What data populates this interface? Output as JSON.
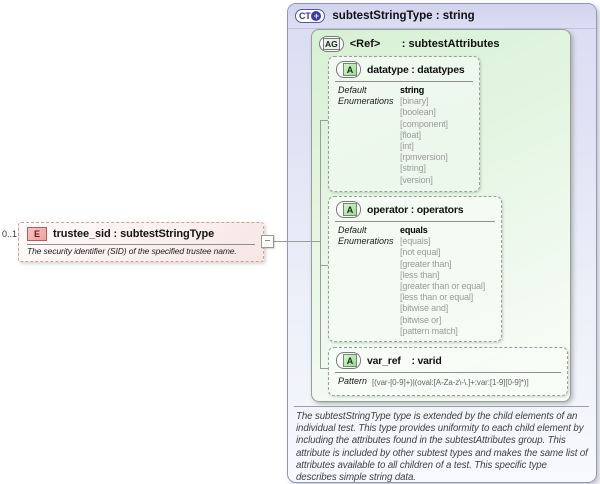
{
  "icons": {
    "element_badge": "E",
    "complex_type_badge": "CT",
    "expand_plus": "+",
    "attribute_group_badge": "AG",
    "attribute_badge": "A",
    "collapse_minus": "−"
  },
  "colors": {
    "complex_type_header": "#d5d7f0",
    "complex_type_fill": "#e6e8f7",
    "attribute_group_fill": "#dff2dd",
    "element_fill": "#f9ecec",
    "element_border": "#cf9f9f",
    "connector_gray": "#9b9b9b"
  },
  "element": {
    "occurrence": "0..1",
    "title": "trustee_sid : subtestStringType",
    "description": "The security identifier (SID) of the specified trustee name."
  },
  "complex_type": {
    "title": "subtestStringType : string",
    "attribute_group": {
      "ref_label": "<Ref>",
      "title": ": subtestAttributes",
      "attributes": [
        {
          "title": "datatype : datatypes",
          "default_label": "Default",
          "default_value": "string",
          "enums_label": "Enumerations",
          "enums": [
            "[binary]",
            "[boolean]",
            "[component]",
            "[float]",
            "[int]",
            "[rpmversion]",
            "[string]",
            "[version]"
          ]
        },
        {
          "title": "operator : operators",
          "default_label": "Default",
          "default_value": "equals",
          "enums_label": "Enumerations",
          "enums": [
            "[equals]",
            "[not equal]",
            "[greater than]",
            "[less than]",
            "[greater than or equal]",
            "[less than or equal]",
            "[bitwise and]",
            "[bitwise or]",
            "[pattern match]"
          ]
        },
        {
          "title": "var_ref    : varid",
          "pattern_label": "Pattern",
          "pattern_value": "[(var-[0-9]+)|(oval:[A-Za-z\\-\\.]+:var:[1-9][0-9]*)]"
        }
      ]
    },
    "annotation": "The subtestStringType type is extended by the child elements of an individual test.  This type provides uniformity to each child element by including the attributes found in the subtestAttributes group.  This attribute is included by other subtest types and makes the same list of attributes available to all children of a test.  This specific type describes simple string data."
  }
}
